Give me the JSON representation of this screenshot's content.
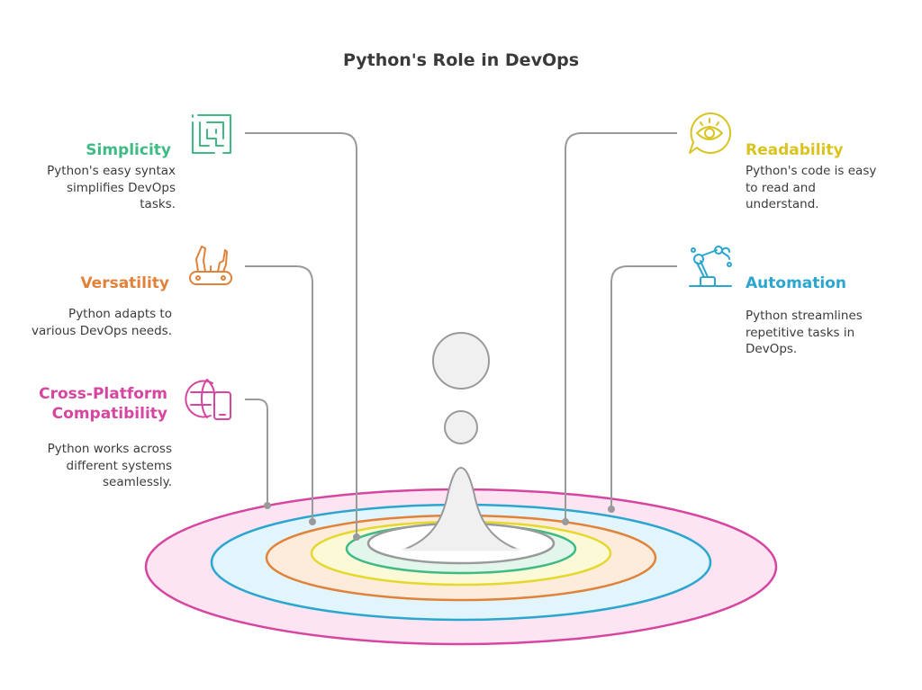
{
  "title": "Python's Role in DevOps",
  "colors": {
    "simplicity": "#3fba84",
    "readability": "#d9c41f",
    "versatility": "#e0823a",
    "automation": "#2aa6cf",
    "cross_platform": "#d646a0",
    "connector": "#9a9a9a",
    "drop": "#f0f0f0",
    "drop_stroke": "#9a9a9a"
  },
  "items": {
    "simplicity": {
      "title": "Simplicity",
      "desc": [
        "Python's easy syntax",
        "simplifies DevOps",
        "tasks."
      ],
      "icon": "maze-icon"
    },
    "versatility": {
      "title": "Versatility",
      "desc": [
        "Python adapts to",
        "various DevOps needs."
      ],
      "icon": "swiss-army-knife-icon"
    },
    "cross_platform": {
      "title": [
        "Cross-Platform",
        "Compatibility"
      ],
      "desc": [
        "Python works across",
        "different systems",
        "seamlessly."
      ],
      "icon": "globe-device-icon"
    },
    "readability": {
      "title": "Readability",
      "desc": [
        "Python's code is easy",
        "to read and",
        "understand."
      ],
      "icon": "eye-speech-icon"
    },
    "automation": {
      "title": "Automation",
      "desc": [
        "Python streamlines",
        "repetitive tasks in",
        "DevOps."
      ],
      "icon": "robot-arm-icon"
    }
  }
}
